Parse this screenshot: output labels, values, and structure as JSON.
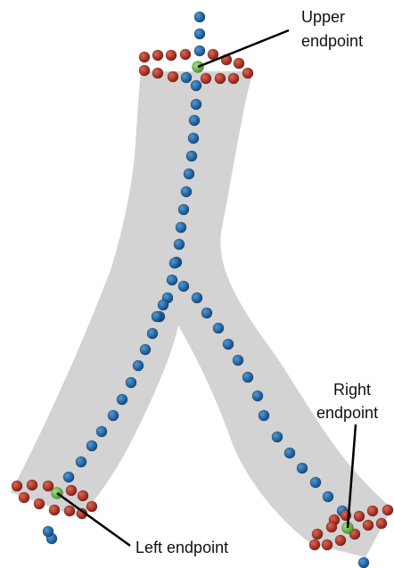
{
  "labels": {
    "upper_line1": "Upper",
    "upper_line2": "endpoint",
    "right_line1": "Right",
    "right_line2": "endpoint",
    "left": "Left endpoint"
  },
  "colors": {
    "vessel": "#d4d3d4",
    "centerline_dot": "#1f63a8",
    "boundary_dot": "#b8332a",
    "endpoint_dot": "#6cc04a",
    "leader_line": "#000000"
  }
}
